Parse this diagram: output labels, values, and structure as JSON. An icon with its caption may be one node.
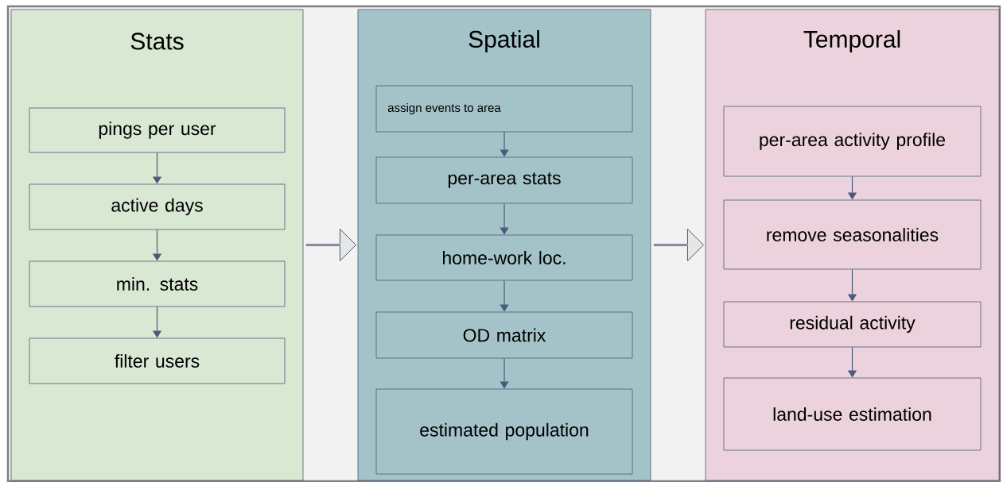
{
  "diagram": {
    "nodes": [
      {
        "text": [
          "Stats"
        ]
      },
      {
        "text": [
          "pings per user"
        ],
        "in": 0
      },
      {
        "text": [
          "active days"
        ],
        "in": 0
      },
      {
        "text": [
          "min. stats"
        ],
        "in": 0
      },
      {
        "text": [
          "filter users"
        ],
        "in": 0
      },
      {
        "text": [
          "Spatial"
        ]
      },
      {
        "text": [
          "assign events to area"
        ],
        "in": 5
      },
      {
        "text": [
          "per-area stats"
        ],
        "in": 5
      },
      {
        "text": [
          "home-work loc."
        ],
        "in": 5
      },
      {
        "text": [
          "OD matrix"
        ],
        "in": 5
      },
      {
        "text": [
          "estimated population"
        ],
        "in": 5
      },
      {
        "text": [
          "Temporal"
        ]
      },
      {
        "text": [
          "per-area activity profile"
        ],
        "in": 11
      },
      {
        "text": [
          "remove seasonalities"
        ],
        "in": 11
      },
      {
        "text": [
          "residual activity"
        ],
        "in": 11
      },
      {
        "text": [
          "land-use estimation"
        ],
        "in": 11
      }
    ],
    "edges": [
      {
        "from": 0,
        "to": 5,
        "arrow": "to"
      },
      {
        "from": 5,
        "to": 11,
        "arrow": "to"
      },
      {
        "from": 1,
        "to": 2,
        "arrow": "to"
      },
      {
        "from": 2,
        "to": 3,
        "arrow": "to"
      },
      {
        "from": 3,
        "to": 4,
        "arrow": "to"
      },
      {
        "from": 6,
        "to": 7,
        "arrow": "to"
      },
      {
        "from": 7,
        "to": 8,
        "arrow": "to"
      },
      {
        "from": 8,
        "to": 9,
        "arrow": "to"
      },
      {
        "from": 9,
        "to": 10,
        "arrow": "to"
      },
      {
        "from": 12,
        "to": 13,
        "arrow": "to"
      },
      {
        "from": 13,
        "to": 14,
        "arrow": "to"
      },
      {
        "from": 14,
        "to": 15,
        "arrow": "to"
      }
    ]
  }
}
